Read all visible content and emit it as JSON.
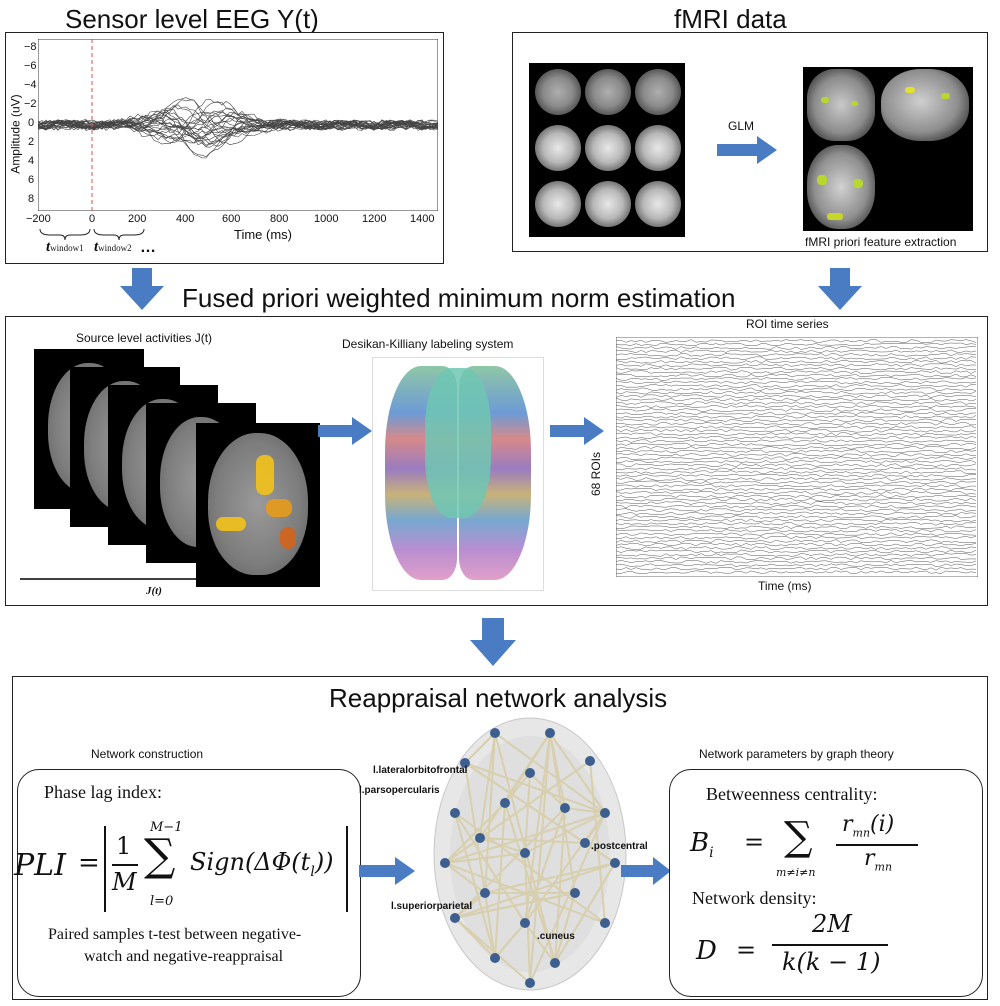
{
  "eeg": {
    "title": "Sensor level EEG Y(t)",
    "ylabel": "Amplitude (uV)",
    "xlabel": "Time (ms)",
    "yticks": [
      "−8",
      "−6",
      "−4",
      "−2",
      "0",
      "2",
      "4",
      "6",
      "8"
    ],
    "xticks": [
      "−200",
      "0",
      "200",
      "400",
      "600",
      "800",
      "1000",
      "1200",
      "1400"
    ],
    "window1": "window1",
    "window2": "window2",
    "t_symbol": "t",
    "ellipsis": "…"
  },
  "fmri": {
    "title": "fMRI data",
    "glm_label": "GLM",
    "caption": "fMRI priori feature extraction"
  },
  "fused": {
    "title": "Fused priori weighted minimum norm estimation",
    "source_label": "Source level activities J(t)",
    "jt_axis": "J(t)",
    "dk_label": "Desikan-Killiany labeling system",
    "roi_title": "ROI time series",
    "roi_ylabel": "68 ROIs",
    "roi_xlabel": "Time (ms)"
  },
  "reappraisal": {
    "title": "Reappraisal network analysis",
    "left_heading": "Network construction",
    "right_heading": "Network parameters by graph theory",
    "pli_title": "Phase lag index:",
    "pli_lhs": "PLI",
    "pli_eq": "=",
    "pli_frac_num": "1",
    "pli_frac_den": "M",
    "pli_sum_top": "M−1",
    "pli_sum_bottom": "l=0",
    "pli_term": "Sign(ΔΦ(t",
    "pli_sub": "l",
    "pli_close": "))",
    "ttest_line1": "Paired samples t-test between negative-",
    "ttest_line2": "watch and negative-reappraisal",
    "bc_title": "Betweenness centrality:",
    "bc_lhs": "B",
    "bc_sub": "i",
    "bc_eq": "=",
    "bc_sum_bottom": "m≠i≠n",
    "bc_num": "r",
    "bc_num_sub": "mn",
    "bc_num_arg": "(i)",
    "bc_den": "r",
    "bc_den_sub": "mn",
    "nd_title": "Network density:",
    "nd_lhs": "D",
    "nd_eq": "=",
    "nd_num": "2M",
    "nd_den": "k(k − 1)",
    "labels": {
      "lateralorbitofrontal": "l.lateralorbitofrontal",
      "parsopercularis": "l.parsopercularis",
      "postcentral": ".postcentral",
      "superiorparietal": "l.superiorparietal",
      "cuneus": ".cuneus"
    }
  },
  "colors": {
    "arrow_blue": "#4a7cc4",
    "node_blue": "#3d5f8f",
    "edge": "#d8cfae"
  }
}
